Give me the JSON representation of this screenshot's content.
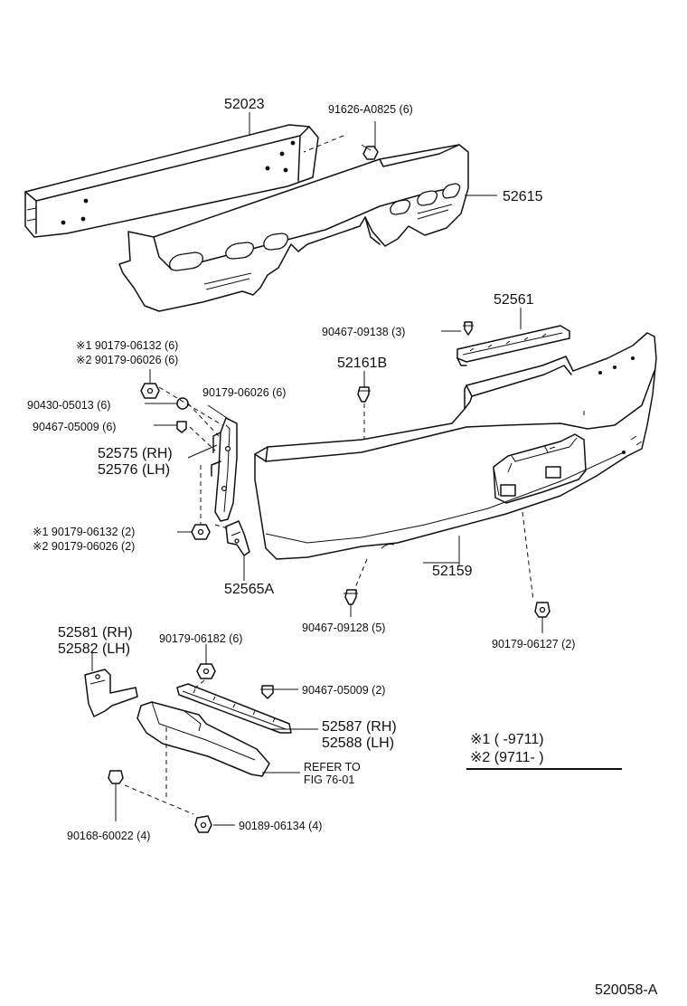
{
  "diagram": {
    "labels": {
      "p52023": "52023",
      "p91626": "91626-A0825 (6)",
      "p52615": "52615",
      "p52561": "52561",
      "p90467_09138": "90467-09138 (3)",
      "p52161b": "52161B",
      "p90179_06132_a": "※1 90179-06132 (6)",
      "p90179_06026_a": "※2 90179-06026 (6)",
      "p90430": "90430-05013 (6)",
      "p90179_06026_b": "90179-06026 (6)",
      "p90467_05009_a": "90467-05009 (6)",
      "p52575": "52575 (RH)",
      "p52576": "52576 (LH)",
      "p90179_06132_b": "※1 90179-06132 (2)",
      "p90179_06026_c": "※2 90179-06026 (2)",
      "p52565a": "52565A",
      "p52159": "52159",
      "p90467_09128": "90467-09128 (5)",
      "p90179_06127": "90179-06127 (2)",
      "p52581": "52581 (RH)",
      "p52582": "52582 (LH)",
      "p90179_06182": "90179-06182 (6)",
      "p90467_05009_b": "90467-05009 (2)",
      "p52587": "52587 (RH)",
      "p52588": "52588 (LH)",
      "refer1": "REFER TO",
      "refer2": "FIG 76-01",
      "p90168": "90168-60022 (4)",
      "p90189": "90189-06134 (4)",
      "note1": "※1 (      -9711)",
      "note2": "※2 (9711-      )",
      "fig_code": "520058-A"
    }
  }
}
